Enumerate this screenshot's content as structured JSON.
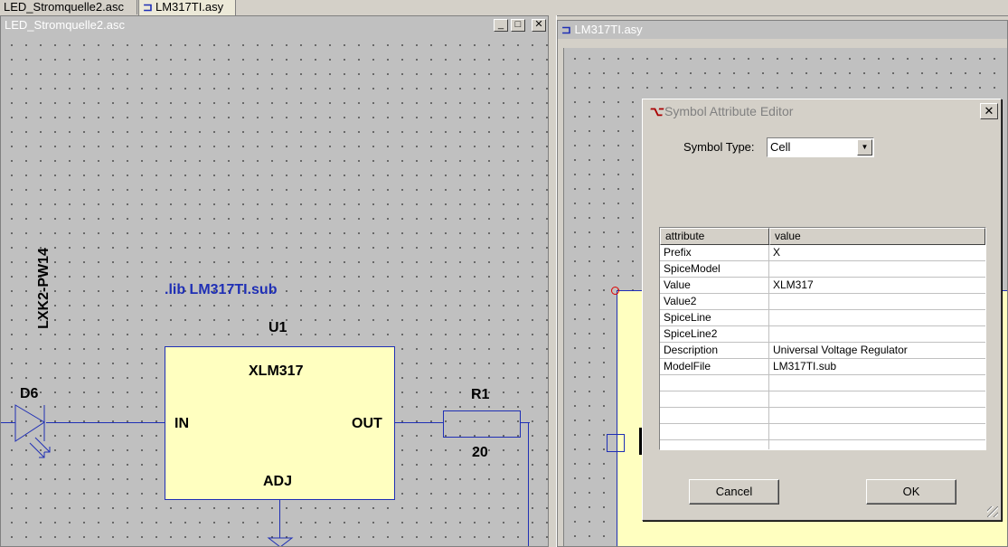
{
  "tabs": [
    {
      "label": "LED_Stromquelle2.asc"
    },
    {
      "label": "LM317TI.asy"
    }
  ],
  "left_window": {
    "title": "LED_Stromquelle2.asc",
    "buttons": {
      "minimize": "_",
      "maximize": "□",
      "close": "✕"
    }
  },
  "right_window": {
    "title": "LM317TI.asy"
  },
  "schematic": {
    "rotated_label": "LXK2-PW14",
    "lib_directive": ".lib LM317TI.sub",
    "ref": "U1",
    "part_name": "XLM317",
    "pin_in": "IN",
    "pin_out": "OUT",
    "pin_adj": "ADJ",
    "diode_ref": "D6",
    "resistor_ref": "R1",
    "resistor_value": "20",
    "colors": {
      "wire": "#1f2fb5",
      "part_fill": "#ffffc0",
      "directive": "#1f2fb5"
    }
  },
  "dialog": {
    "title": "Symbol Attribute Editor",
    "symbol_type_label": "Symbol Type:",
    "symbol_type_value": "Cell",
    "columns": {
      "attribute": "attribute",
      "value": "value"
    },
    "rows": [
      {
        "attribute": "Prefix",
        "value": "X"
      },
      {
        "attribute": "SpiceModel",
        "value": ""
      },
      {
        "attribute": "Value",
        "value": "XLM317"
      },
      {
        "attribute": "Value2",
        "value": ""
      },
      {
        "attribute": "SpiceLine",
        "value": ""
      },
      {
        "attribute": "SpiceLine2",
        "value": ""
      },
      {
        "attribute": "Description",
        "value": "Universal Voltage Regulator"
      },
      {
        "attribute": "ModelFile",
        "value": "LM317TI.sub"
      }
    ],
    "cancel_label": "Cancel",
    "ok_label": "OK"
  }
}
